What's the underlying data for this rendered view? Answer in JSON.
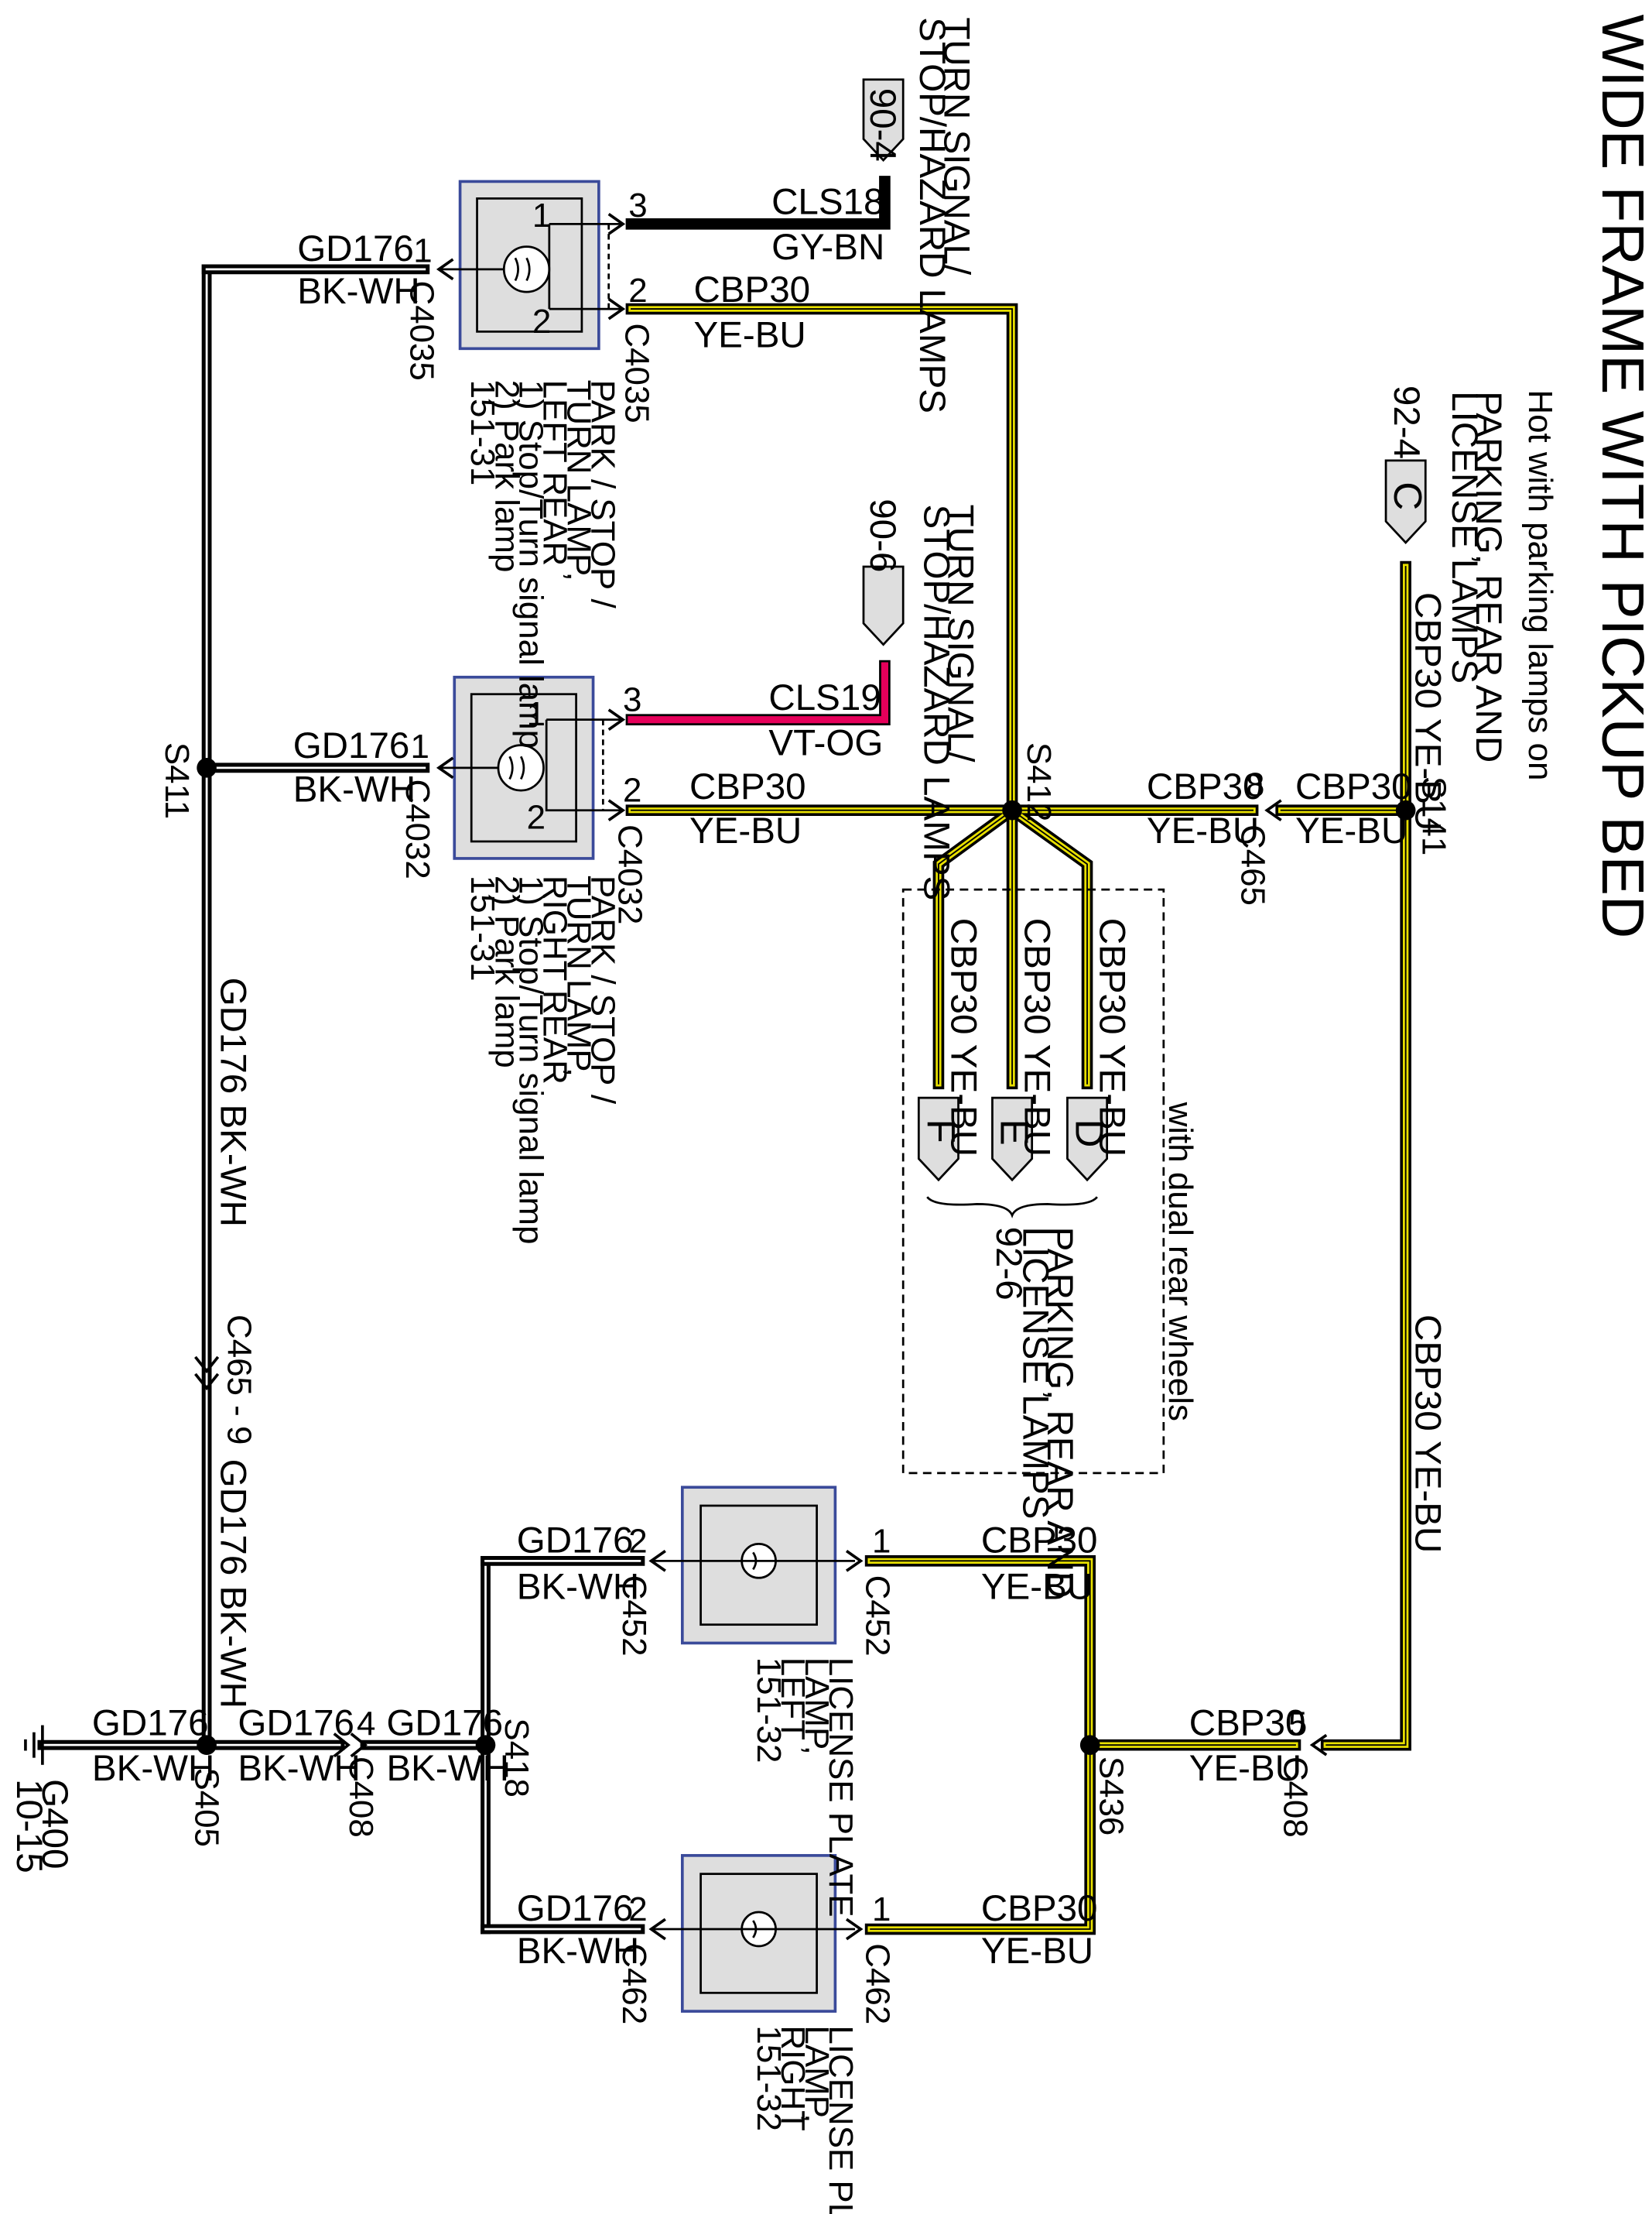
{
  "title": "WIDE FRAME WITH PICKUP BED",
  "subtitle": "Hot with parking lamps on",
  "colors": {
    "wire_black": "#000000",
    "wire_yellow": "#e8e000",
    "wire_pink": "#e6005a",
    "connector_blue": "#3a4a9a",
    "connector_fill": "#dedede"
  },
  "wires": {
    "gd176": "GD176",
    "bk_wh": "BK-WH",
    "cbp30": "CBP30",
    "ye_bu": "YE-BU",
    "cls18": "CLS18",
    "gy_bn": "GY-BN",
    "cls19": "CLS19",
    "vt_og": "VT-OG",
    "gd176_bk_wh": "GD176   BK-WH",
    "cbp30_ye_bu": "CBP30   YE-BU"
  },
  "splices": {
    "s405": "S405",
    "s411": "S411",
    "s412": "S412",
    "s141": "S141",
    "s418": "S418",
    "s436": "S436"
  },
  "connectors": {
    "c4035": "C4035",
    "c4032": "C4032",
    "c465": "C465",
    "c465_9": "C465 - 9",
    "c408": "C408",
    "c452": "C452",
    "c462": "C462"
  },
  "pins": {
    "p1": "1",
    "p2": "2",
    "p3": "3",
    "p4": "4",
    "p5": "5",
    "p8": "8"
  },
  "ground": {
    "id": "G400",
    "page": "10-15"
  },
  "refs": {
    "ref_90_4": "90-4",
    "ref_90_6": "90-6",
    "ref_92_4": "92-4",
    "ref_92_6": "92-6",
    "turn_signal_1": "TURN SIGNAL/",
    "turn_signal_2": "STOP/HAZARD LAMPS",
    "parking_1": "PARKING, REAR AND",
    "parking_2": "LICENSE LAMPS",
    "letter_c": "C",
    "letter_d": "D",
    "letter_e": "E",
    "letter_f": "F",
    "dual_rear": "with dual rear wheels"
  },
  "components": {
    "left_rear": [
      "PARK / STOP /",
      "TURN LAMP,",
      "LEFT REAR",
      "1) Stop/Turn signal lamp",
      "2) Park lamp",
      "151-31"
    ],
    "right_rear": [
      "PARK / STOP /",
      "TURN LAMP,",
      "RIGHT REAR",
      "1) Stop/Turn signal lamp",
      "2) Park lamp",
      "151-31"
    ],
    "lic_left": [
      "LICENSE PLATE",
      "LAMP,",
      "LEFT",
      "151-32"
    ],
    "lic_right": [
      "LICENSE PLATE",
      "LAMP,",
      "RIGHT",
      "151-32"
    ]
  }
}
